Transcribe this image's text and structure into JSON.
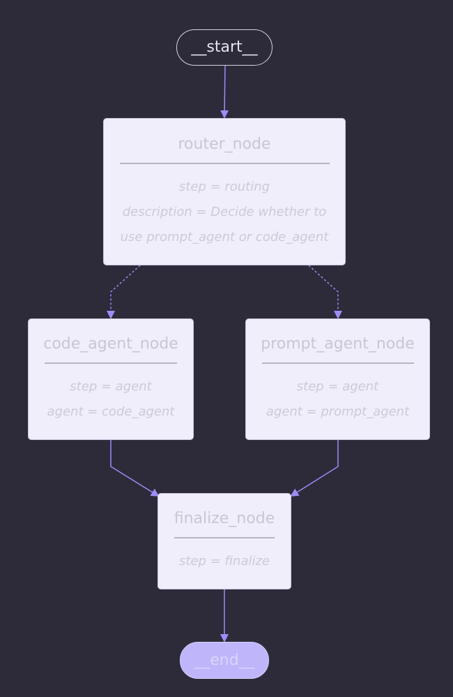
{
  "diagram": {
    "start_label": "__start__",
    "end_label": "__end__",
    "router": {
      "title": "router_node",
      "step": "step = routing",
      "description_line1": "description = Decide whether to",
      "description_line2": "use prompt_agent or code_agent"
    },
    "code_agent": {
      "title": "code_agent_node",
      "step": "step = agent",
      "agent": "agent = code_agent"
    },
    "prompt_agent": {
      "title": "prompt_agent_node",
      "step": "step = agent",
      "agent": "agent = prompt_agent"
    },
    "finalize": {
      "title": "finalize_node",
      "step": "step = finalize"
    },
    "edges": [
      {
        "from": "__start__",
        "to": "router_node",
        "style": "solid"
      },
      {
        "from": "router_node",
        "to": "code_agent_node",
        "style": "dashed"
      },
      {
        "from": "router_node",
        "to": "prompt_agent_node",
        "style": "dashed"
      },
      {
        "from": "code_agent_node",
        "to": "finalize_node",
        "style": "solid"
      },
      {
        "from": "prompt_agent_node",
        "to": "finalize_node",
        "style": "solid"
      },
      {
        "from": "finalize_node",
        "to": "__end__",
        "style": "solid"
      }
    ],
    "colors": {
      "background": "#2d2b3a",
      "node_fill": "#f0eefb",
      "edge": "#9d8df7",
      "end_fill": "#bfb5fb",
      "text": "#cac7d3"
    }
  }
}
